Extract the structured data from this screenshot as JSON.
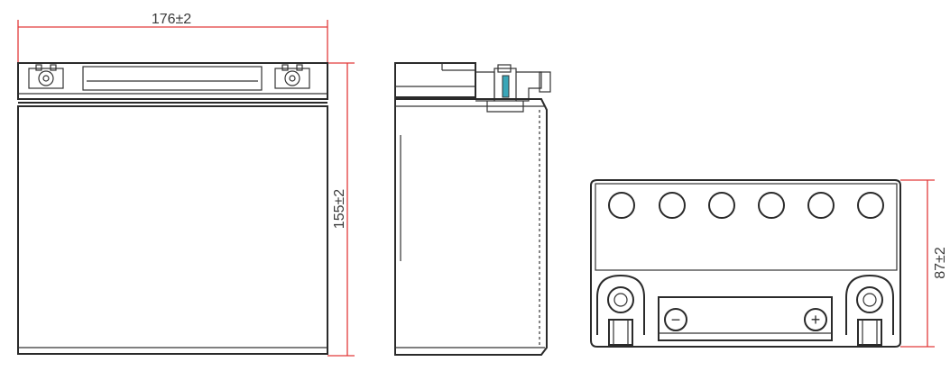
{
  "colors": {
    "outline": "#2a2a2a",
    "dimension_line": "#e23a3a",
    "highlight": "#3aa6b8"
  },
  "dimensions": {
    "width": "176±2",
    "height": "155±2",
    "depth": "87±2"
  },
  "terminal_symbols": {
    "negative": "−",
    "positive": "+"
  }
}
